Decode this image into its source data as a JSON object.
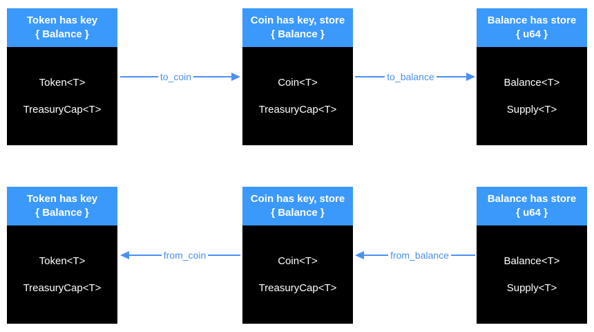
{
  "colors": {
    "header_blue": "#3b99fc",
    "arrow_blue": "#4a90f4",
    "box_black": "#000000",
    "text_white": "#ffffff",
    "background": "#ffffff"
  },
  "rows": [
    {
      "boxes": [
        {
          "title_line1": "Token has key",
          "title_line2": "{ Balance }",
          "fields": [
            "Token<T>",
            "TreasuryCap<T>"
          ]
        },
        {
          "title_line1": "Coin has key, store",
          "title_line2": "{ Balance }",
          "fields": [
            "Coin<T>",
            "TreasuryCap<T>"
          ]
        },
        {
          "title_line1": "Balance has store",
          "title_line2": "{ u64 }",
          "fields": [
            "Balance<T>",
            "Supply<T>"
          ]
        }
      ],
      "arrows": [
        {
          "label": "to_coin",
          "direction": "right"
        },
        {
          "label": "to_balance",
          "direction": "right"
        }
      ]
    },
    {
      "boxes": [
        {
          "title_line1": "Token has key",
          "title_line2": "{ Balance }",
          "fields": [
            "Token<T>",
            "TreasuryCap<T>"
          ]
        },
        {
          "title_line1": "Coin has key, store",
          "title_line2": "{ Balance }",
          "fields": [
            "Coin<T>",
            "TreasuryCap<T>"
          ]
        },
        {
          "title_line1": "Balance has store",
          "title_line2": "{ u64 }",
          "fields": [
            "Balance<T>",
            "Supply<T>"
          ]
        }
      ],
      "arrows": [
        {
          "label": "from_coin",
          "direction": "left"
        },
        {
          "label": "from_balance",
          "direction": "left"
        }
      ]
    }
  ]
}
